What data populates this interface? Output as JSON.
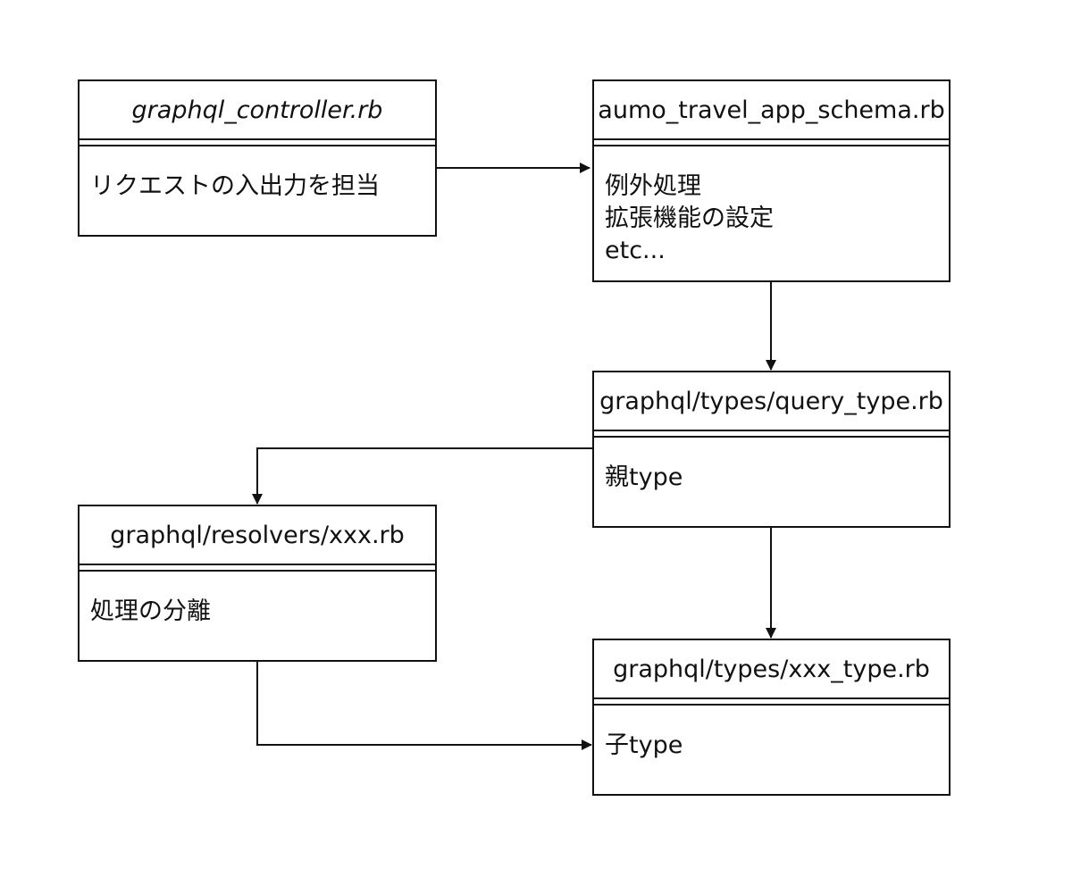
{
  "diagram": {
    "nodes": {
      "controller": {
        "title": "graphql_controller.rb",
        "lines": [
          "リクエストの入出力を担当"
        ]
      },
      "schema": {
        "title": "aumo_travel_app_schema.rb",
        "lines": [
          "例外処理",
          "拡張機能の設定",
          "etc..."
        ]
      },
      "query_type": {
        "title": "graphql/types/query_type.rb",
        "lines": [
          "親type"
        ]
      },
      "resolvers": {
        "title": "graphql/resolvers/xxx.rb",
        "lines": [
          "処理の分離"
        ]
      },
      "xxx_type": {
        "title": "graphql/types/xxx_type.rb",
        "lines": [
          "子type"
        ]
      }
    },
    "edges": [
      {
        "from": "controller",
        "to": "schema"
      },
      {
        "from": "schema",
        "to": "query_type"
      },
      {
        "from": "query_type",
        "to": "resolvers"
      },
      {
        "from": "query_type",
        "to": "xxx_type"
      },
      {
        "from": "resolvers",
        "to": "xxx_type"
      }
    ]
  }
}
